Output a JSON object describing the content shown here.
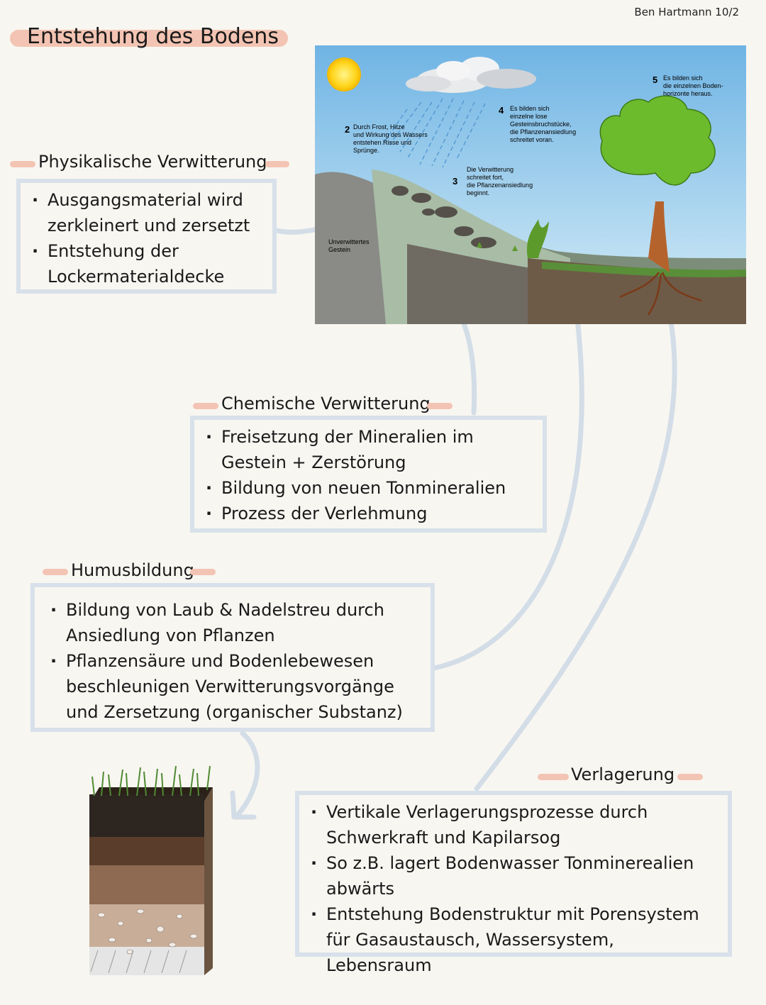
{
  "author": "Ben Hartmann 10/2",
  "title": "Entstehung des Bodens",
  "sections": {
    "physical": {
      "heading": "Physikalische Verwitterung",
      "items": [
        "Ausgangsmaterial wird zerkleinert und zersetzt",
        "Entstehung der Lockermaterialdecke"
      ]
    },
    "chemical": {
      "heading": "Chemische Verwitterung",
      "items": [
        "Freisetzung der Mineralien im Gestein + Zerstörung",
        "Bildung von neuen Tonmineralien",
        "Prozess der Verlehmung"
      ]
    },
    "humus": {
      "heading": "Humusbildung",
      "items": [
        "Bildung von Laub & Nadelstreu durch Ansiedlung von Pflanzen",
        "Pflanzensäure und Bodenlebewesen beschleunigen Verwitterungsvorgänge und Zersetzung (organischer Substanz)"
      ]
    },
    "relocation": {
      "heading": "Verlagerung",
      "items": [
        "Vertikale Verlagerungsprozesse durch Schwerkraft und Kapilarsog",
        "So z.B. lagert Bodenwasser Tonminerealien abwärts",
        "Entstehung Bodenstruktur mit Porensystem für Gasaustausch, Wassersystem, Lebensraum"
      ]
    }
  },
  "diagram": {
    "step2": {
      "num": "2",
      "lines": [
        "Durch Frost, Hitze",
        "und Wirkung des Wassers",
        "entstehen Risse und",
        "Sprünge."
      ]
    },
    "step3": {
      "num": "3",
      "lines": [
        "Die Verwitterung",
        "schreitet fort,",
        "die Pflanzenansiedlung",
        "beginnt."
      ]
    },
    "step4": {
      "num": "4",
      "lines": [
        "Es bilden sich",
        "einzelne lose",
        "Gesteinsbruchstücke,",
        "die Pflanzenansiedlung",
        "schreitet voran."
      ]
    },
    "step5": {
      "num": "5",
      "lines": [
        "Es bilden sich",
        "die einzelnen Boden-",
        "horizonte heraus."
      ]
    },
    "rock_label": [
      "Unverwittertes",
      "Gestein"
    ]
  },
  "colors": {
    "highlight": "#f3c4b3",
    "box_border": "#d8e1ea",
    "arrow": "#d3dde7",
    "sky": "#8fc6e8"
  }
}
